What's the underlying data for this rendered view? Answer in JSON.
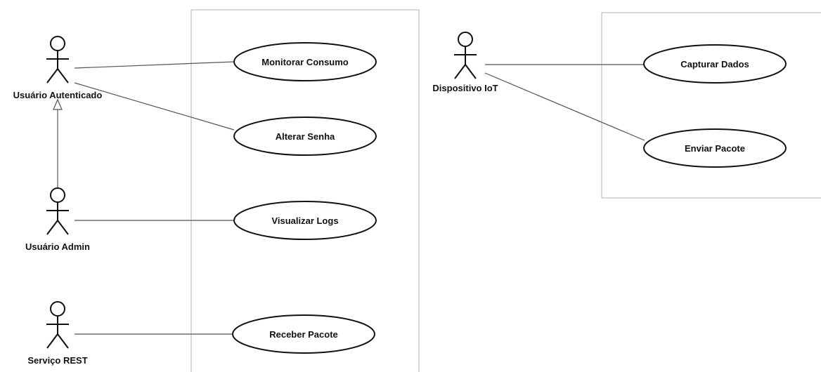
{
  "actors": {
    "authenticated_user": {
      "label": "Usuário Autenticado"
    },
    "admin_user": {
      "label": "Usuário Admin"
    },
    "rest_service": {
      "label": "Serviço REST"
    },
    "iot_device": {
      "label": "Dispositivo IoT"
    }
  },
  "use_cases": {
    "monitor_consumption": {
      "label": "Monitorar Consumo"
    },
    "change_password": {
      "label": "Alterar Senha"
    },
    "view_logs": {
      "label": "Visualizar Logs"
    },
    "receive_packet": {
      "label": "Receber Pacote"
    },
    "capture_data": {
      "label": "Capturar Dados"
    },
    "send_packet": {
      "label": "Enviar Pacote"
    }
  },
  "relations": [
    {
      "type": "association",
      "from": "authenticated_user",
      "to": "monitor_consumption"
    },
    {
      "type": "association",
      "from": "authenticated_user",
      "to": "change_password"
    },
    {
      "type": "association",
      "from": "admin_user",
      "to": "view_logs"
    },
    {
      "type": "association",
      "from": "rest_service",
      "to": "receive_packet"
    },
    {
      "type": "association",
      "from": "iot_device",
      "to": "capture_data"
    },
    {
      "type": "association",
      "from": "iot_device",
      "to": "send_packet"
    },
    {
      "type": "generalization",
      "from": "admin_user",
      "to": "authenticated_user"
    }
  ]
}
